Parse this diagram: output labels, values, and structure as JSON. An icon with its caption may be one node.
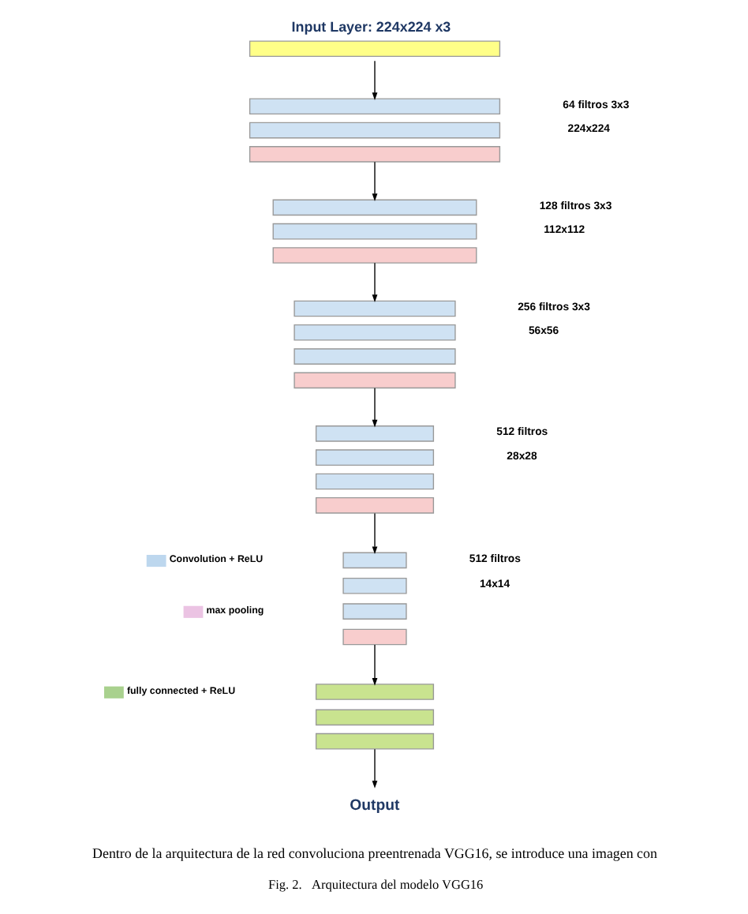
{
  "diagram": {
    "caption": "Fig. 2.   Arquitectura del modelo VGG16",
    "nodes": [
      {
        "text": [
          "Input Layer: 224x224 x3"
        ]
      },
      {
        "text": [],
        "shape": "bar",
        "beside": [
          "64 filtros 3x3",
          "224x224"
        ]
      },
      {
        "text": [],
        "shape": "bar"
      },
      {
        "text": [],
        "shape": "bar"
      },
      {
        "text": [],
        "shape": "bar",
        "beside": [
          "128 filtros 3x3",
          "112x112"
        ]
      },
      {
        "text": [],
        "shape": "bar"
      },
      {
        "text": [],
        "shape": "bar"
      },
      {
        "text": [],
        "shape": "bar",
        "beside": [
          "256 filtros 3x3",
          "56x56"
        ]
      },
      {
        "text": [],
        "shape": "bar"
      },
      {
        "text": [],
        "shape": "bar"
      },
      {
        "text": [],
        "shape": "bar"
      },
      {
        "text": [],
        "shape": "bar",
        "beside": [
          "512 filtros",
          "28x28"
        ]
      },
      {
        "text": [],
        "shape": "bar"
      },
      {
        "text": [],
        "shape": "bar"
      },
      {
        "text": [],
        "shape": "bar"
      },
      {
        "text": [],
        "shape": "bar",
        "beside": [
          "512 filtros",
          "14x14"
        ]
      },
      {
        "text": [],
        "shape": "bar"
      },
      {
        "text": [],
        "shape": "bar"
      },
      {
        "text": [],
        "shape": "bar"
      },
      {
        "text": [],
        "shape": "bar"
      },
      {
        "text": [],
        "shape": "bar"
      },
      {
        "text": [],
        "shape": "bar"
      },
      {
        "text": [
          "Output"
        ]
      }
    ],
    "edges": [
      {
        "from": 0,
        "to": 1,
        "arrow": "to"
      },
      {
        "from": 3,
        "to": 4,
        "arrow": "to"
      },
      {
        "from": 6,
        "to": 7,
        "arrow": "to"
      },
      {
        "from": 10,
        "to": 11,
        "arrow": "to"
      },
      {
        "from": 14,
        "to": 15,
        "arrow": "to"
      },
      {
        "from": 18,
        "to": 19,
        "arrow": "to"
      },
      {
        "from": 21,
        "to": 22,
        "arrow": "to"
      }
    ],
    "labels": [
      "Dentro de la arquitectura de la red convoluciona preentrenada VGG16, se introduce una imagen con"
    ],
    "legend": [
      {
        "text": "Convolution + ReLU",
        "color": "#bdd7ee"
      },
      {
        "text": "max pooling",
        "color": "#ebc3e3"
      },
      {
        "text": "fully connected + ReLU",
        "color": "#a9d18e"
      }
    ]
  }
}
